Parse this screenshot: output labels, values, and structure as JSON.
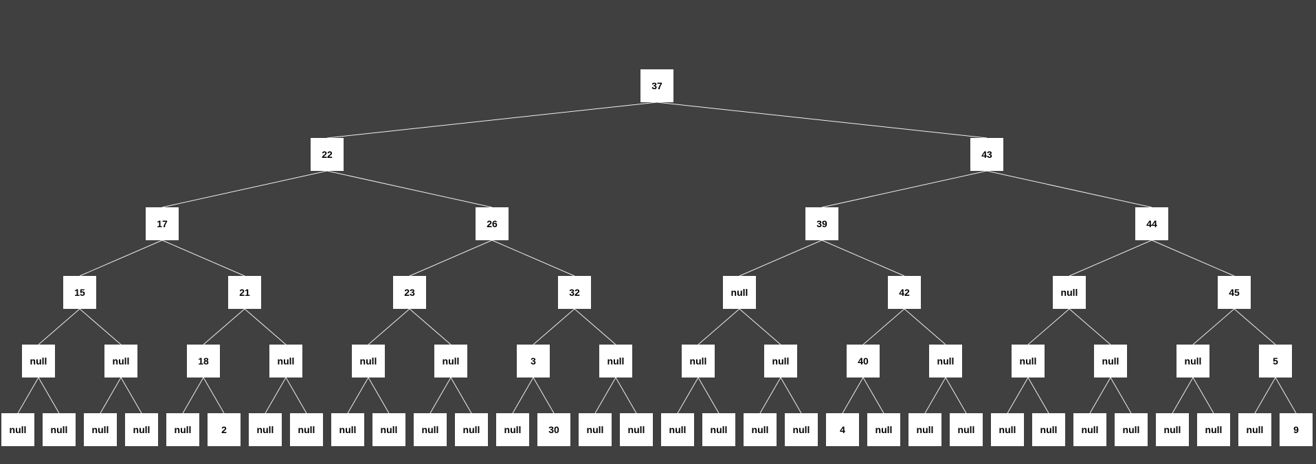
{
  "colors": {
    "background": "#404040",
    "node_fill": "#ffffff",
    "node_text": "#000000",
    "edge": "#f2f2f2"
  },
  "tree": {
    "levels": [
      [
        "37"
      ],
      [
        "22",
        "43"
      ],
      [
        "17",
        "26",
        "39",
        "44"
      ],
      [
        "15",
        "21",
        "23",
        "32",
        "null",
        "42",
        "null",
        "45"
      ],
      [
        "null",
        "null",
        "18",
        "null",
        "null",
        "null",
        "3",
        "null",
        "null",
        "null",
        "40",
        "null",
        "null",
        "null",
        "null",
        "5"
      ],
      [
        "null",
        "null",
        "null",
        "null",
        "null",
        "2",
        "null",
        "null",
        "null",
        "null",
        "null",
        "null",
        "null",
        "30",
        "null",
        "null",
        "null",
        "null",
        "null",
        "null",
        "4",
        "null",
        "null",
        "null",
        "null",
        "null",
        "null",
        "null",
        "null",
        "null",
        "null",
        "9"
      ]
    ]
  }
}
